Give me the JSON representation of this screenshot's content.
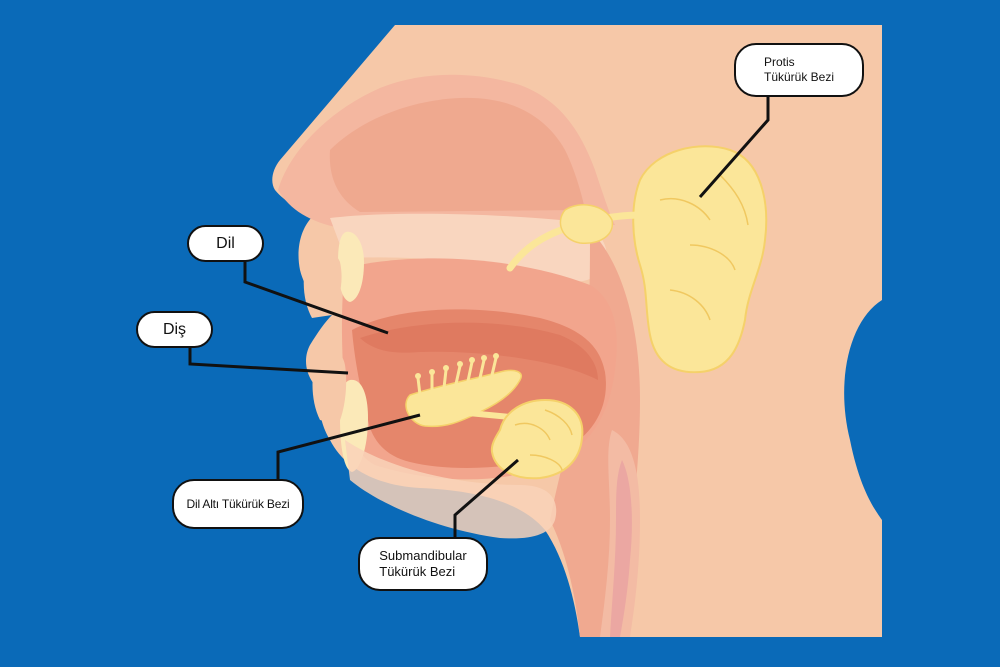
{
  "colors": {
    "background": "#0a6ab8",
    "skin": "#f6c4a3",
    "tissue": "#f4b39a",
    "mouth_cavity": "#e9907a",
    "tongue": "#e88368",
    "gland": "#fbe79a",
    "gland_outline": "#f7d86a",
    "leader_line": "#111111"
  },
  "labels": {
    "protis": {
      "line1": "Protis",
      "line2": "Tükürük Bezi"
    },
    "dil": "Dil",
    "dis": "Diş",
    "dil_alti": "Dil Altı Tükürük Bezi",
    "submandibular": {
      "line1": "Submandibular",
      "line2": "Tükürük Bezi"
    }
  }
}
